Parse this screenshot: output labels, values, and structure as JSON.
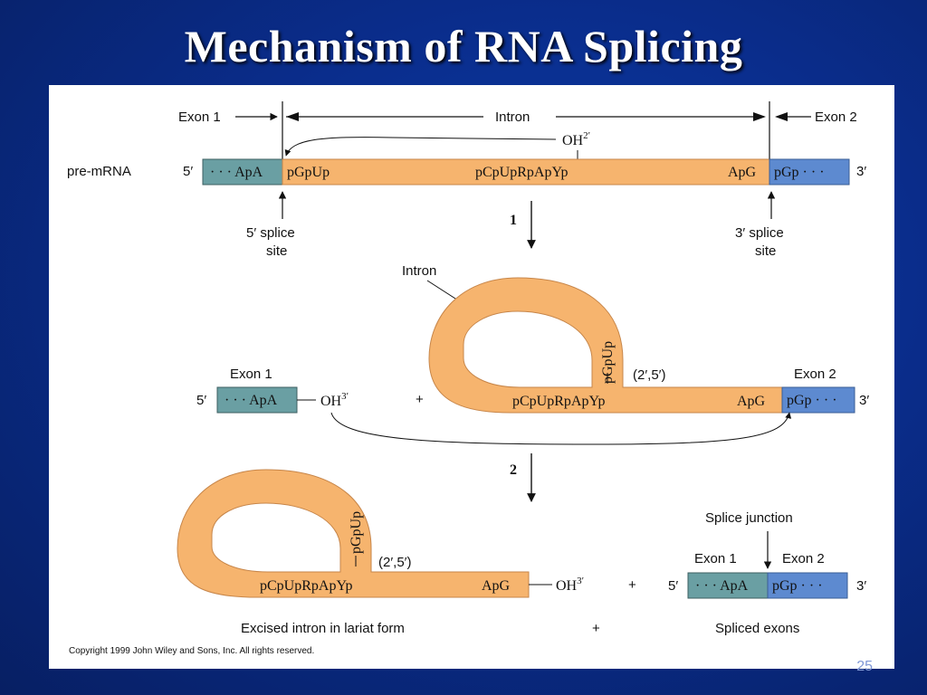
{
  "title": "Mechanism of RNA Splicing",
  "slide_number": "25",
  "colors": {
    "intron": "#f6b46e",
    "exon1": "#6a9fa3",
    "exon2": "#5d8ad0",
    "background": "#0a2d8c"
  },
  "top": {
    "exon1_label": "Exon 1",
    "intron_label": "Intron",
    "exon2_label": "Exon 2",
    "oh": "OH",
    "oh_sup": "2′",
    "pre_mrna": "pre-mRNA",
    "five_prime": "5′",
    "three_prime": "3′",
    "exon1_seq": "· · · ApA",
    "seq_pgpup": "pGpUp",
    "seq_branch": "pCpUpRpApYp",
    "seq_apg": "ApG",
    "exon2_seq": "pGp · · ·",
    "splice5_line1": "5′ splice",
    "splice5_line2": "site",
    "splice3_line1": "3′ splice",
    "splice3_line2": "site",
    "step1": "1"
  },
  "middle": {
    "intron_label": "Intron",
    "exon1_label": "Exon 1",
    "exon2_label": "Exon 2",
    "five_prime": "5′",
    "three_prime": "3′",
    "exon1_seq": "· · · ApA",
    "oh": "OH",
    "oh_sup": "3′",
    "plus": "+",
    "branch_seq": "pCpUpRpApYp",
    "apg": "ApG",
    "exon2_seq": "pGp · · ·",
    "lariat_seq": "pGpUp",
    "bond": "(2′,5′)",
    "step2": "2"
  },
  "bottom": {
    "lariat_seq": "pGpUp",
    "bond": "(2′,5′)",
    "branch_seq": "pCpUpRpApYp",
    "apg": "ApG",
    "oh": "OH",
    "oh_sup": "3′",
    "plus_small": "+",
    "splice_junction": "Splice junction",
    "exon1_label": "Exon 1",
    "exon2_label": "Exon 2",
    "five_prime": "5′",
    "three_prime": "3′",
    "exon1_seq": "· · · ApA",
    "exon2_seq": "pGp · · ·",
    "excised_caption": "Excised intron in lariat form",
    "plus_big": "+",
    "spliced_caption": "Spliced exons"
  },
  "copyright": "Copyright 1999 John Wiley and Sons, Inc. All rights reserved."
}
